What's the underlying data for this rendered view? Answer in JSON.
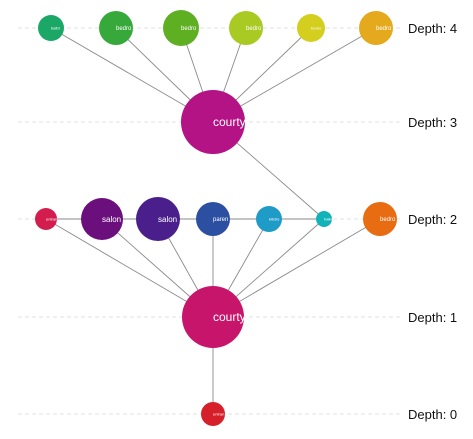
{
  "depth_labels": [
    {
      "depth": 4,
      "text": "Depth: 4"
    },
    {
      "depth": 3,
      "text": "Depth: 3"
    },
    {
      "depth": 2,
      "text": "Depth: 2"
    },
    {
      "depth": 1,
      "text": "Depth: 1"
    },
    {
      "depth": 0,
      "text": "Depth: 0"
    }
  ],
  "nodes": [
    {
      "id": "n0",
      "depth": 0,
      "label": "entran",
      "color": "#d51f2a"
    },
    {
      "id": "n1",
      "depth": 1,
      "label": "courty",
      "color": "#c8156c"
    },
    {
      "id": "n2a",
      "depth": 2,
      "label": "entran",
      "color": "#d41d4f"
    },
    {
      "id": "n2b",
      "depth": 2,
      "label": "salon",
      "color": "#6a0f7b"
    },
    {
      "id": "n2c",
      "depth": 2,
      "label": "salon",
      "color": "#4a1f8c"
    },
    {
      "id": "n2d",
      "depth": 2,
      "label": "paren",
      "color": "#2c4fa2"
    },
    {
      "id": "n2e",
      "depth": 2,
      "label": "kitche",
      "color": "#1f9bc7"
    },
    {
      "id": "n2f",
      "depth": 2,
      "label": "hallw",
      "color": "#11b2b8"
    },
    {
      "id": "n2g",
      "depth": 2,
      "label": "bedro",
      "color": "#e86d12"
    },
    {
      "id": "n3",
      "depth": 3,
      "label": "courty",
      "color": "#b31384"
    },
    {
      "id": "n4a",
      "depth": 4,
      "label": "bathr",
      "color": "#1ba866"
    },
    {
      "id": "n4b",
      "depth": 4,
      "label": "bedro",
      "color": "#36a93a"
    },
    {
      "id": "n4c",
      "depth": 4,
      "label": "bedro",
      "color": "#5eaf22"
    },
    {
      "id": "n4d",
      "depth": 4,
      "label": "bedro",
      "color": "#a9c923"
    },
    {
      "id": "n4e",
      "depth": 4,
      "label": "bedro",
      "color": "#d4cf1e"
    },
    {
      "id": "n4f",
      "depth": 4,
      "label": "bedro",
      "color": "#e4a91c"
    }
  ],
  "edges": [
    [
      "n0",
      "n1"
    ],
    [
      "n1",
      "n2a"
    ],
    [
      "n1",
      "n2b"
    ],
    [
      "n1",
      "n2c"
    ],
    [
      "n1",
      "n2d"
    ],
    [
      "n1",
      "n2e"
    ],
    [
      "n1",
      "n2f"
    ],
    [
      "n1",
      "n2g"
    ],
    [
      "n2a",
      "n2f"
    ],
    [
      "n2f",
      "n3"
    ],
    [
      "n3",
      "n4a"
    ],
    [
      "n3",
      "n4b"
    ],
    [
      "n3",
      "n4c"
    ],
    [
      "n3",
      "n4d"
    ],
    [
      "n3",
      "n4e"
    ],
    [
      "n3",
      "n4f"
    ]
  ],
  "colors": {
    "edge": "#8a8a8a",
    "guide": "#e2e2e2",
    "label": "#111111",
    "node_text": "#ffffff"
  }
}
